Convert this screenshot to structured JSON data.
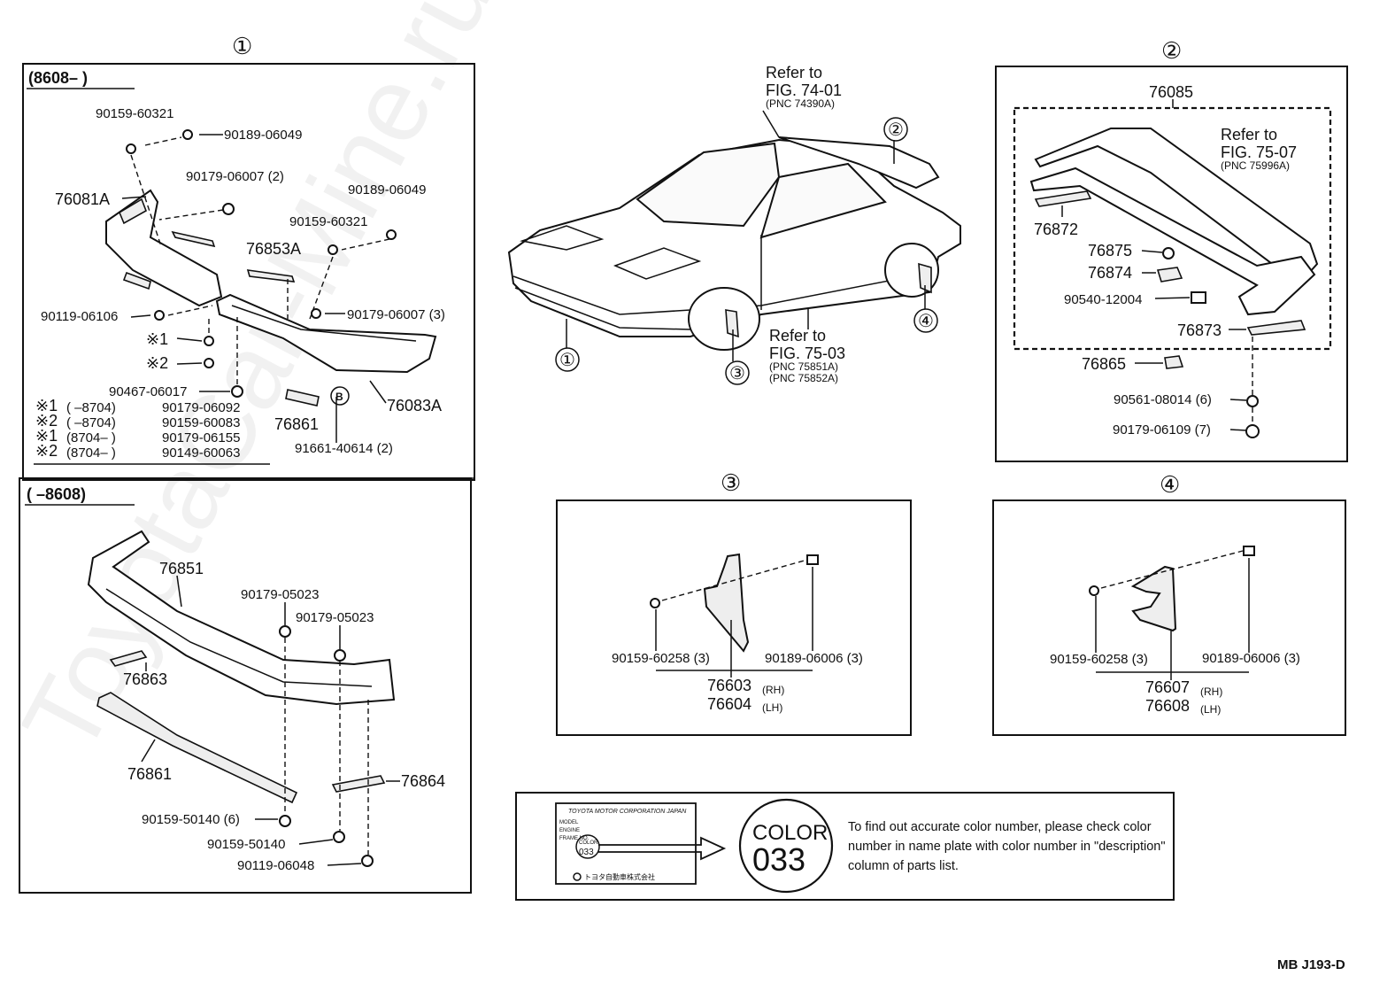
{
  "sections": {
    "s1": "①",
    "s2": "②",
    "s3": "③",
    "s4": "④"
  },
  "watermark": "ToyotaCar-Mine.ru",
  "box1": {
    "range_label": "(8608–      )",
    "labels": [
      "90159-60321",
      "90189-06049",
      "90179-06007 (2)",
      "90189-06049",
      "76081A",
      "90159-60321",
      "76853A",
      "90119-06106",
      "90179-06007 (3)",
      "※1",
      "※2",
      "90467-06017",
      "76083A",
      "76861",
      "91661-40614 (2)"
    ],
    "circle_b": "B",
    "notes": [
      {
        "mark": "※1",
        "range": "(      –8704)",
        "part": "90179-06092"
      },
      {
        "mark": "※2",
        "range": "(      –8704)",
        "part": "90159-60083"
      },
      {
        "mark": "※1",
        "range": "(8704–      )",
        "part": "90179-06155"
      },
      {
        "mark": "※2",
        "range": "(8704–      )",
        "part": "90149-60063"
      }
    ]
  },
  "box1b": {
    "range_label": "(      –8608)",
    "labels": [
      "76851",
      "90179-05023",
      "90179-05023",
      "76863",
      "76861",
      "76864",
      "90159-50140 (6)",
      "90159-50140",
      "90119-06048"
    ]
  },
  "car": {
    "refer1": {
      "l1": "Refer to",
      "l2": "FIG. 74-01",
      "l3": "(PNC 74390A)"
    },
    "refer2": {
      "l1": "Refer to",
      "l2": "FIG. 75-03",
      "l3": "(PNC 75851A)",
      "l4": "(PNC 75852A)"
    }
  },
  "box2": {
    "labels": [
      "76085",
      "76872",
      "76875",
      "76874",
      "90540-12004",
      "76873",
      "76865",
      "90561-08014 (6)",
      "90179-06109 (7)"
    ],
    "refer": {
      "l1": "Refer to",
      "l2": "FIG. 75-07",
      "l3": "(PNC 75996A)"
    }
  },
  "box3": {
    "left": "90159-60258 (3)",
    "right": "90189-06006 (3)",
    "p1": "76603",
    "p1s": "(RH)",
    "p2": "76604",
    "p2s": "(LH)"
  },
  "box4": {
    "left": "90159-60258 (3)",
    "right": "90189-06006 (3)",
    "p1": "76607",
    "p1s": "(RH)",
    "p2": "76608",
    "p2s": "(LH)"
  },
  "color_box": {
    "plate_title": "TOYOTA MOTOR CORPORATION JAPAN",
    "plate_rows": [
      "MODEL",
      "ENGINE",
      "FRAME NO."
    ],
    "plate_color": "COLOR",
    "plate_code": "033",
    "plate_footer": "トヨタ自動車株式会社",
    "circle_word": "COLOR",
    "circle_code": "033",
    "note": "To find out accurate color number, please check color number in name plate with color number in \"description\" column of parts list."
  },
  "footer": "MB  J193-D"
}
